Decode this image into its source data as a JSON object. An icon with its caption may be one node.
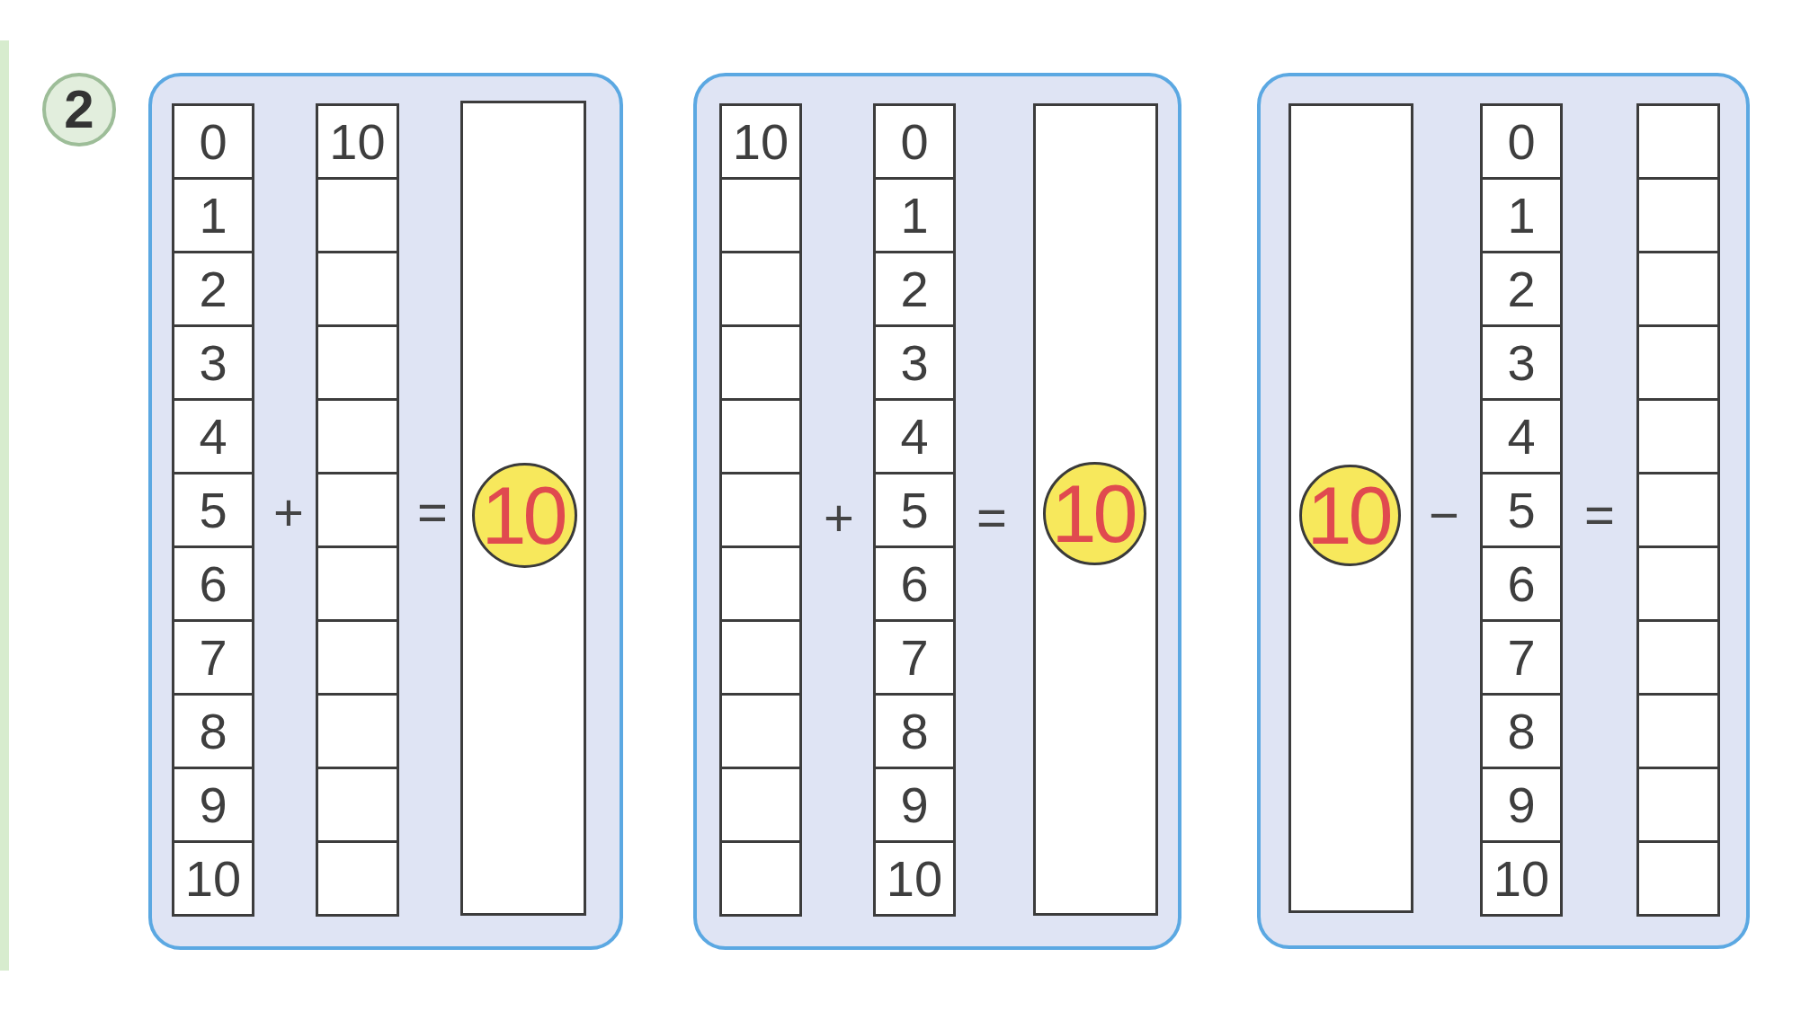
{
  "diagram": {
    "nodes": [
      {
        "text": [
          "2"
        ]
      },
      {
        "text": [],
        "shape": "box"
      },
      {
        "text": [
          "0"
        ],
        "in": 1
      },
      {
        "text": [
          "1"
        ],
        "in": 1
      },
      {
        "text": [
          "2"
        ],
        "in": 1
      },
      {
        "text": [
          "3"
        ],
        "in": 1
      },
      {
        "text": [
          "4"
        ],
        "in": 1
      },
      {
        "text": [
          "5"
        ],
        "in": 1
      },
      {
        "text": [
          "6"
        ],
        "in": 1
      },
      {
        "text": [
          "7"
        ],
        "in": 1
      },
      {
        "text": [
          "8"
        ],
        "in": 1
      },
      {
        "text": [
          "9"
        ],
        "in": 1
      },
      {
        "text": [
          "10"
        ],
        "in": 1
      },
      {
        "text": [
          "10"
        ],
        "in": 1
      },
      {
        "text": [],
        "shape": "box",
        "in": 1
      },
      {
        "text": [],
        "shape": "box",
        "in": 1
      },
      {
        "text": [],
        "shape": "box",
        "in": 1
      },
      {
        "text": [],
        "shape": "box",
        "in": 1
      },
      {
        "text": [],
        "shape": "box",
        "in": 1
      },
      {
        "text": [],
        "shape": "box",
        "in": 1
      },
      {
        "text": [],
        "shape": "box",
        "in": 1
      },
      {
        "text": [],
        "shape": "box",
        "in": 1
      },
      {
        "text": [],
        "shape": "box",
        "in": 1
      },
      {
        "text": [],
        "shape": "box",
        "in": 1
      },
      {
        "text": [],
        "shape": "box",
        "in": 1
      },
      {
        "text": [
          "10"
        ],
        "in": 24
      },
      {
        "text": [],
        "shape": "box"
      },
      {
        "text": [
          "10"
        ],
        "in": 26
      },
      {
        "text": [],
        "shape": "box",
        "in": 26
      },
      {
        "text": [],
        "shape": "box",
        "in": 26
      },
      {
        "text": [],
        "shape": "box",
        "in": 26
      },
      {
        "text": [],
        "shape": "box",
        "in": 26
      },
      {
        "text": [],
        "shape": "box",
        "in": 26
      },
      {
        "text": [],
        "shape": "box",
        "in": 26
      },
      {
        "text": [],
        "shape": "box",
        "in": 26
      },
      {
        "text": [],
        "shape": "box",
        "in": 26
      },
      {
        "text": [],
        "shape": "box",
        "in": 26
      },
      {
        "text": [],
        "shape": "box",
        "in": 26
      },
      {
        "text": [
          "0"
        ],
        "in": 26
      },
      {
        "text": [
          "1"
        ],
        "in": 26
      },
      {
        "text": [
          "2"
        ],
        "in": 26
      },
      {
        "text": [
          "3"
        ],
        "in": 26
      },
      {
        "text": [
          "4"
        ],
        "in": 26
      },
      {
        "text": [
          "5"
        ],
        "in": 26
      },
      {
        "text": [
          "6"
        ],
        "in": 26
      },
      {
        "text": [
          "7"
        ],
        "in": 26
      },
      {
        "text": [
          "8"
        ],
        "in": 26
      },
      {
        "text": [
          "9"
        ],
        "in": 26
      },
      {
        "text": [
          "10"
        ],
        "in": 26
      },
      {
        "text": [],
        "shape": "box",
        "in": 26
      },
      {
        "text": [
          "10"
        ],
        "in": 49
      },
      {
        "text": [],
        "shape": "box"
      },
      {
        "text": [],
        "shape": "box",
        "in": 51
      },
      {
        "text": [
          "10"
        ],
        "in": 52
      },
      {
        "text": [
          "0"
        ],
        "in": 51
      },
      {
        "text": [
          "1"
        ],
        "in": 51
      },
      {
        "text": [
          "2"
        ],
        "in": 51
      },
      {
        "text": [
          "3"
        ],
        "in": 51
      },
      {
        "text": [
          "4"
        ],
        "in": 51
      },
      {
        "text": [
          "5"
        ],
        "in": 51
      },
      {
        "text": [
          "6"
        ],
        "in": 51
      },
      {
        "text": [
          "7"
        ],
        "in": 51
      },
      {
        "text": [
          "8"
        ],
        "in": 51
      },
      {
        "text": [
          "9"
        ],
        "in": 51
      },
      {
        "text": [
          "10"
        ],
        "in": 51
      },
      {
        "text": [],
        "shape": "box",
        "in": 51
      },
      {
        "text": [],
        "shape": "box",
        "in": 51
      },
      {
        "text": [],
        "shape": "box",
        "in": 51
      },
      {
        "text": [],
        "shape": "box",
        "in": 51
      },
      {
        "text": [],
        "shape": "box",
        "in": 51
      },
      {
        "text": [],
        "shape": "box",
        "in": 51
      },
      {
        "text": [],
        "shape": "box",
        "in": 51
      },
      {
        "text": [],
        "shape": "box",
        "in": 51
      },
      {
        "text": [],
        "shape": "box",
        "in": 51
      },
      {
        "text": [],
        "shape": "box",
        "in": 51
      },
      {
        "text": [],
        "shape": "box",
        "in": 51
      }
    ],
    "labels": [
      "+",
      "=",
      "+",
      "=",
      "−",
      "="
    ]
  }
}
